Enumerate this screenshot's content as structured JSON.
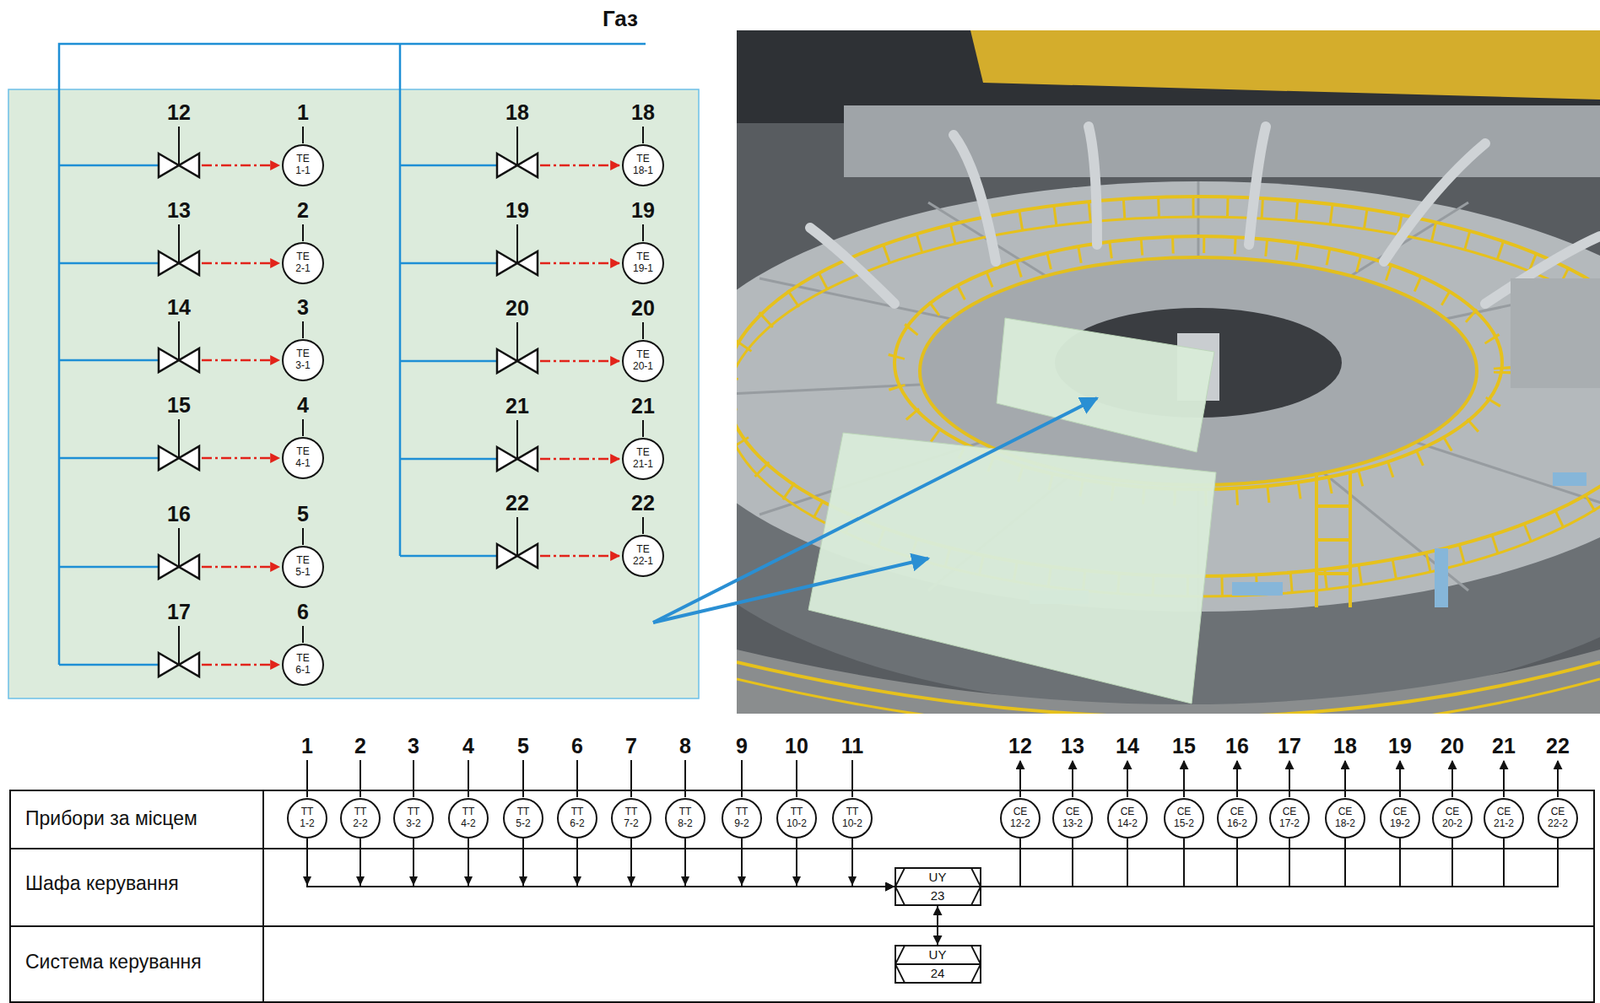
{
  "diagram": {
    "nodes": [
      {
        "text": [
          "TE",
          "1-1"
        ]
      },
      {
        "text": [
          "TE",
          "2-1"
        ]
      },
      {
        "text": [
          "TE",
          "3-1"
        ]
      },
      {
        "text": [
          "TE",
          "4-1"
        ]
      },
      {
        "text": [
          "TE",
          "5-1"
        ]
      },
      {
        "text": [
          "TE",
          "6-1"
        ]
      },
      {
        "text": [
          "TE",
          "18-1"
        ]
      },
      {
        "text": [
          "TE",
          "19-1"
        ]
      },
      {
        "text": [
          "TE",
          "20-1"
        ]
      },
      {
        "text": [
          "TE",
          "21-1"
        ]
      },
      {
        "text": [
          "TE",
          "22-1"
        ]
      },
      {
        "text": [
          "TT",
          "1-2"
        ]
      },
      {
        "text": [
          "TT",
          "2-2"
        ]
      },
      {
        "text": [
          "TT",
          "3-2"
        ]
      },
      {
        "text": [
          "TT",
          "4-2"
        ]
      },
      {
        "text": [
          "TT",
          "5-2"
        ]
      },
      {
        "text": [
          "TT",
          "6-2"
        ]
      },
      {
        "text": [
          "TT",
          "7-2"
        ]
      },
      {
        "text": [
          "TT",
          "8-2"
        ]
      },
      {
        "text": [
          "TT",
          "9-2"
        ]
      },
      {
        "text": [
          "TT",
          "10-2"
        ]
      },
      {
        "text": [
          "TT",
          "10-2"
        ]
      },
      {
        "text": [
          "CE",
          "12-2"
        ]
      },
      {
        "text": [
          "CE",
          "13-2"
        ]
      },
      {
        "text": [
          "CE",
          "14-2"
        ]
      },
      {
        "text": [
          "CE",
          "15-2"
        ]
      },
      {
        "text": [
          "CE",
          "16-2"
        ]
      },
      {
        "text": [
          "CE",
          "17-2"
        ]
      },
      {
        "text": [
          "CE",
          "18-2"
        ]
      },
      {
        "text": [
          "CE",
          "19-2"
        ]
      },
      {
        "text": [
          "CE",
          "20-2"
        ]
      },
      {
        "text": [
          "CE",
          "21-2"
        ]
      },
      {
        "text": [
          "CE",
          "22-2"
        ]
      },
      {
        "text": [
          "UY",
          "23"
        ]
      },
      {
        "text": [
          "UY",
          "24"
        ]
      }
    ],
    "edges": [
      {
        "from": 11,
        "to": 33,
        "arrow": "to"
      },
      {
        "from": 12,
        "to": 33,
        "arrow": "to"
      },
      {
        "from": 13,
        "to": 33,
        "arrow": "to"
      },
      {
        "from": 14,
        "to": 33,
        "arrow": "to"
      },
      {
        "from": 15,
        "to": 33,
        "arrow": "to"
      },
      {
        "from": 16,
        "to": 33,
        "arrow": "to"
      },
      {
        "from": 17,
        "to": 33,
        "arrow": "to"
      },
      {
        "from": 18,
        "to": 33,
        "arrow": "to"
      },
      {
        "from": 19,
        "to": 33,
        "arrow": "to"
      },
      {
        "from": 20,
        "to": 33,
        "arrow": "to"
      },
      {
        "from": 21,
        "to": 33,
        "arrow": "to"
      },
      {
        "from": 33,
        "to": 22,
        "arrow": "none"
      },
      {
        "from": 33,
        "to": 23,
        "arrow": "none"
      },
      {
        "from": 33,
        "to": 24,
        "arrow": "none"
      },
      {
        "from": 33,
        "to": 25,
        "arrow": "none"
      },
      {
        "from": 33,
        "to": 26,
        "arrow": "none"
      },
      {
        "from": 33,
        "to": 27,
        "arrow": "none"
      },
      {
        "from": 33,
        "to": 28,
        "arrow": "none"
      },
      {
        "from": 33,
        "to": 29,
        "arrow": "none"
      },
      {
        "from": 33,
        "to": 30,
        "arrow": "none"
      },
      {
        "from": 33,
        "to": 31,
        "arrow": "none"
      },
      {
        "from": 33,
        "to": 32,
        "arrow": "none"
      },
      {
        "from": 33,
        "to": 34,
        "arrow": "both"
      }
    ],
    "labels": [
      "Газ",
      "12",
      "1",
      "18",
      "18",
      "13",
      "2",
      "19",
      "19",
      "14",
      "3",
      "20",
      "20",
      "15",
      "4",
      "21",
      "21",
      "16",
      "5",
      "22",
      "22",
      "17",
      "6",
      "1",
      "2",
      "3",
      "4",
      "5",
      "6",
      "7",
      "8",
      "9",
      "10",
      "11",
      "12",
      "13",
      "14",
      "15",
      "16",
      "17",
      "18",
      "19",
      "20",
      "21",
      "22",
      "Прибори за місцем",
      "Шафа керування",
      "Система керування"
    ]
  }
}
